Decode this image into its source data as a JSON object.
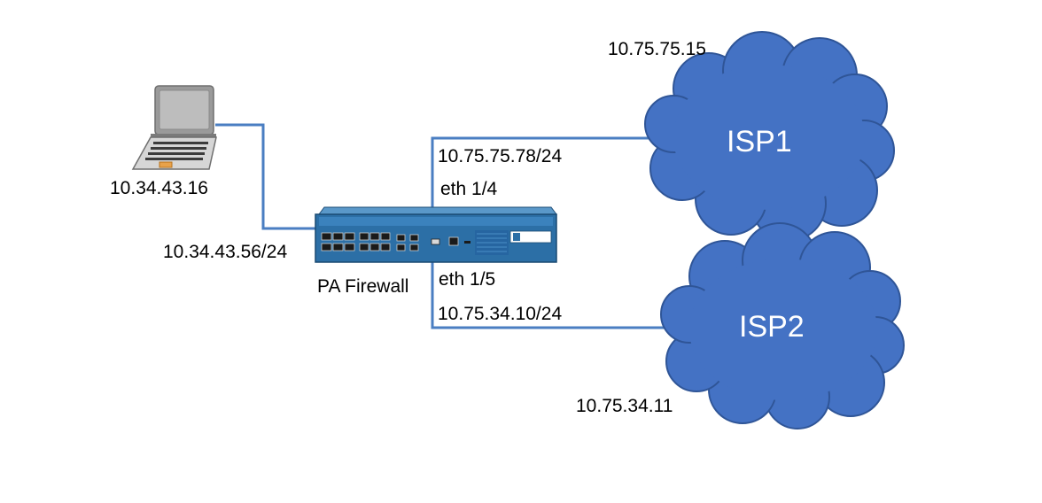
{
  "colors": {
    "link": "#4A7EC2",
    "cloud_fill": "#4472C4",
    "cloud_stroke": "#2F5597",
    "firewall_body": "#2C6FA6",
    "text": "#000000"
  },
  "laptop": {
    "icon": "laptop-icon",
    "ip": "10.34.43.16"
  },
  "firewall": {
    "icon": "firewall-appliance-icon",
    "name": "PA Firewall",
    "inside_ip": "10.34.43.56/24",
    "eth_isp1": "eth 1/4",
    "eth_isp1_ip": "10.75.75.78/24",
    "eth_isp2": "eth 1/5",
    "eth_isp2_ip": "10.75.34.10/24"
  },
  "isp1": {
    "icon": "cloud-icon",
    "name": "ISP1",
    "ip": "10.75.75.15"
  },
  "isp2": {
    "icon": "cloud-icon",
    "name": "ISP2",
    "ip": "10.75.34.11"
  }
}
